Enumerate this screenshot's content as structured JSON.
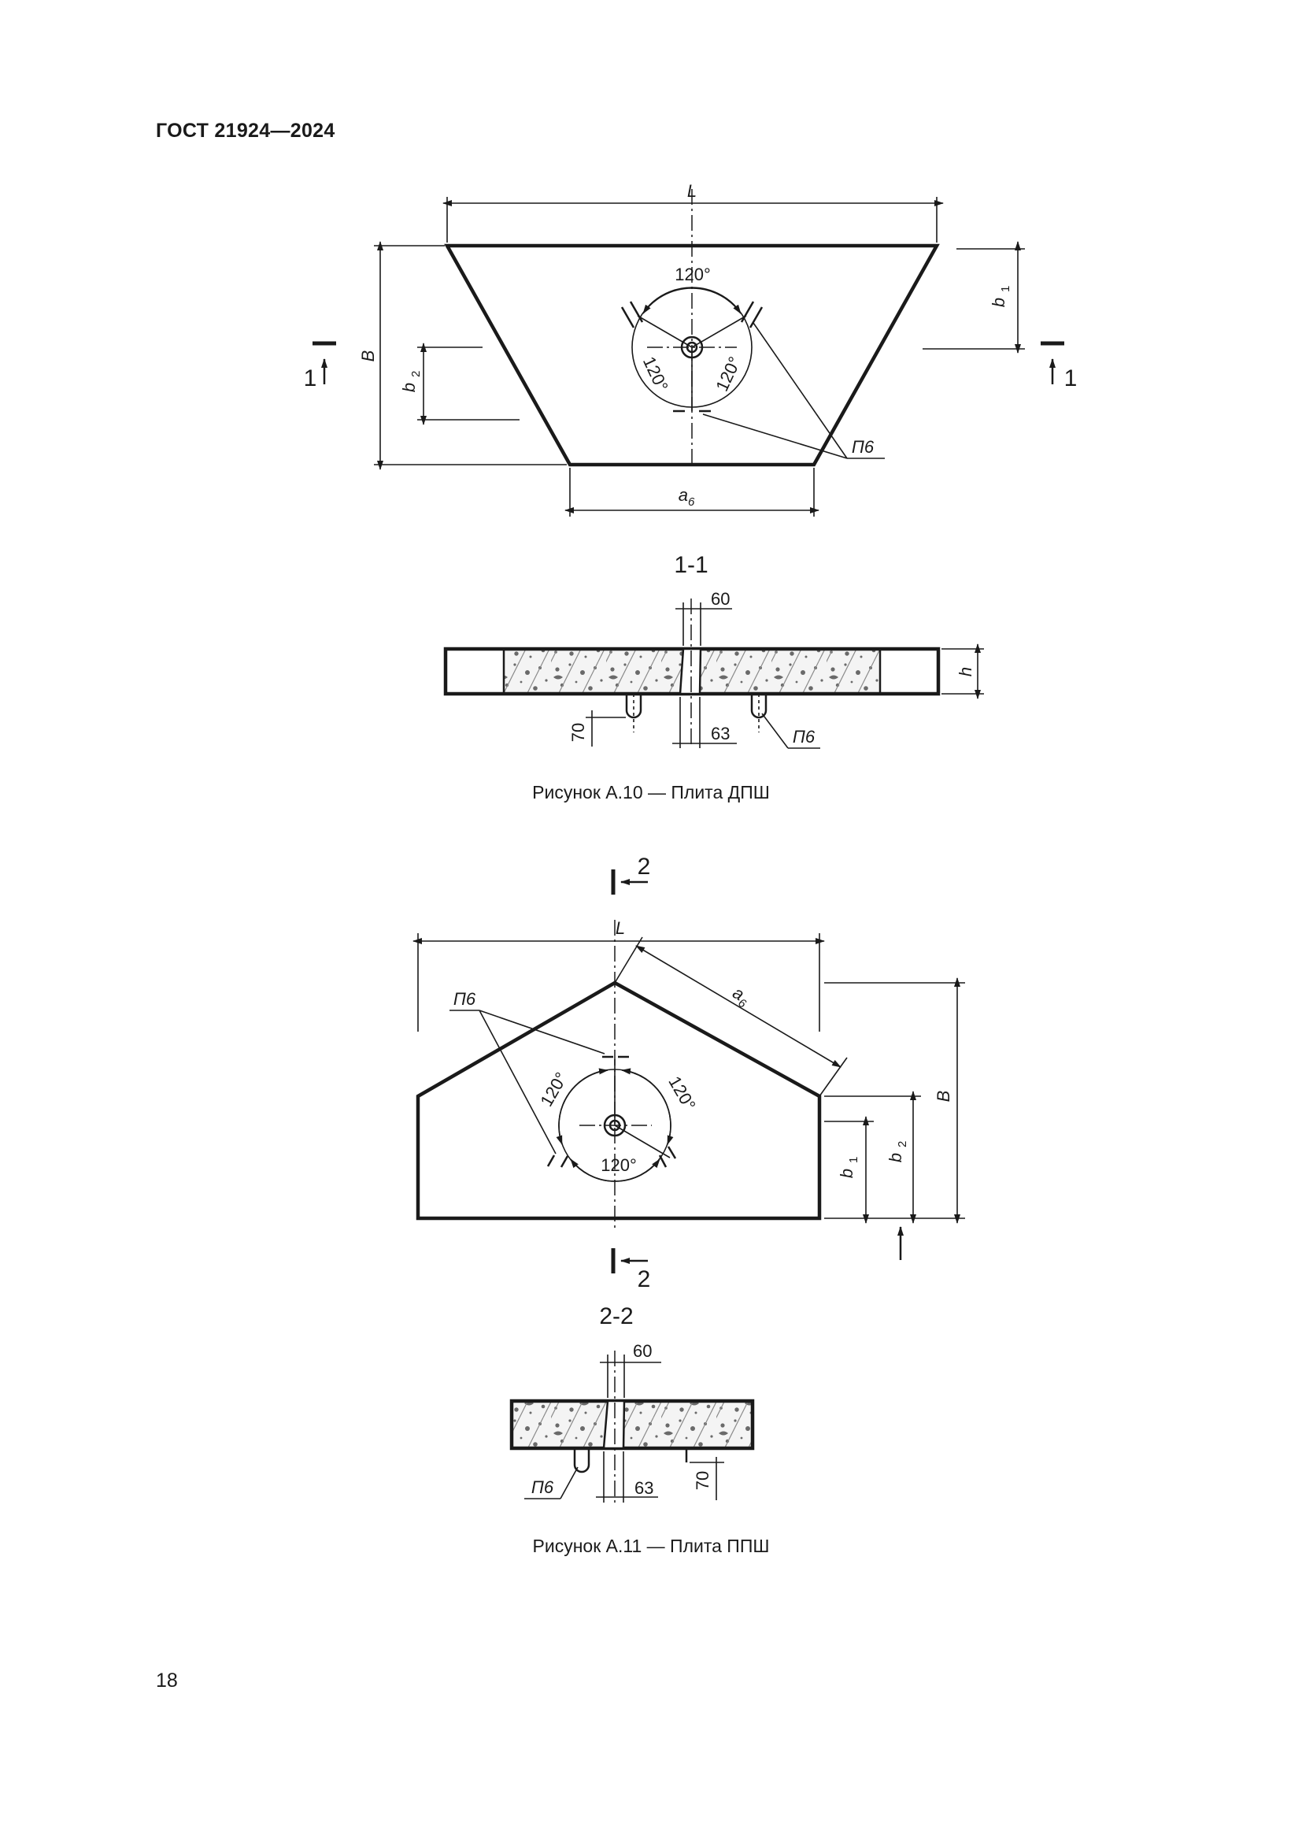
{
  "header": {
    "standard": "ГОСТ 21924—2024"
  },
  "page_number": "18",
  "figures": [
    {
      "caption": "Рисунок А.10 — Плита ДПШ",
      "plan": {
        "dim_L": "L",
        "dim_B": "B",
        "dim_b": "b",
        "dim_b1_sub": "1",
        "dim_b2": "b",
        "dim_b2_sub": "2",
        "dim_a": "a",
        "dim_a_sub": "6",
        "angle_top": "120°",
        "angle_left": "120°",
        "angle_right": "120°",
        "loop_label": "П6",
        "cut_left": "1",
        "cut_right": "1"
      },
      "section": {
        "title": "1-1",
        "dim_top": "60",
        "dim_bottom": "63",
        "dim_left": "70",
        "dim_h": "h",
        "loop_label": "П6"
      }
    },
    {
      "caption": "Рисунок А.11 — Плита ППШ",
      "plan": {
        "dim_L": "L",
        "dim_B": "B",
        "dim_b": "b",
        "dim_b1_sub": "1",
        "dim_b2": "b",
        "dim_b2_sub": "2",
        "dim_a": "a",
        "dim_a_sub": "6",
        "angle_left": "120°",
        "angle_right": "120°",
        "angle_bottom": "120°",
        "loop_label": "П6",
        "cut_top": "2",
        "cut_bottom": "2"
      },
      "section": {
        "title": "2-2",
        "dim_top": "60",
        "dim_bottom": "63",
        "dim_right": "70",
        "loop_label": "П6"
      }
    }
  ]
}
